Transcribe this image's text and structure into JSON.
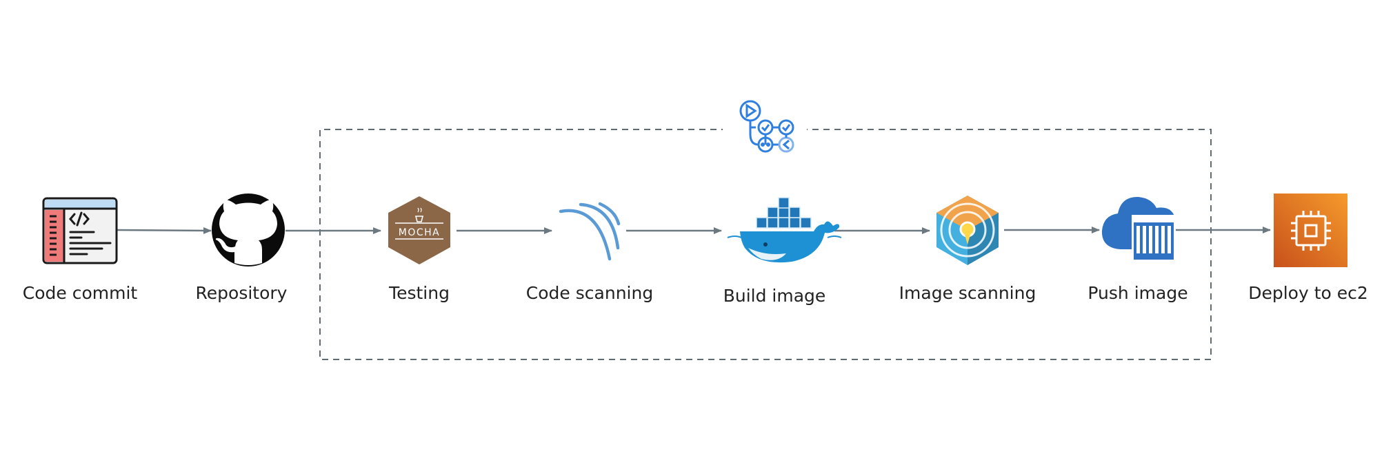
{
  "pipeline": {
    "stages": [
      {
        "label": "Code commit",
        "icon": "code-editor-icon"
      },
      {
        "label": "Repository",
        "icon": "github-icon"
      },
      {
        "label": "Testing",
        "icon": "mocha-icon",
        "badge": "MOCHA"
      },
      {
        "label": "Code scanning",
        "icon": "scanning-arcs-icon"
      },
      {
        "label": "Build image",
        "icon": "docker-whale-icon"
      },
      {
        "label": "Image scanning",
        "icon": "image-scanner-icon"
      },
      {
        "label": "Push image",
        "icon": "container-registry-cloud-icon"
      },
      {
        "label": "Deploy to ec2",
        "icon": "ec2-chip-icon"
      }
    ],
    "group": {
      "icon": "github-actions-workflow-icon",
      "style": "dashed"
    },
    "colors": {
      "arrow": "#6b7880",
      "group_border": "#5f6b73",
      "github_actions_blue": "#2f7fe0",
      "mocha_brown": "#8b6748",
      "docker_blue": "#1d91d4",
      "ec2_orange": "#e8731f"
    }
  }
}
